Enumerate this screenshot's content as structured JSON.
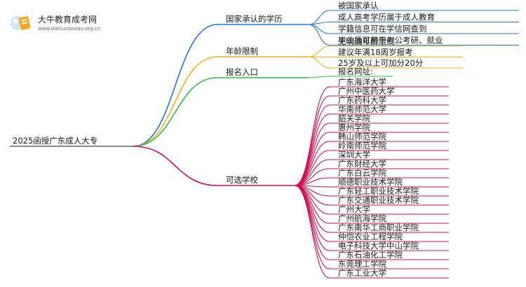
{
  "logo": {
    "title": "大牛教育成考网",
    "url": "www.daniuzaoxiao.org.cn"
  },
  "root": {
    "label": "2025函授广东成人大专"
  },
  "branches": [
    {
      "label": "国家承认的学历",
      "color": "#1f77e0",
      "items": [
        "被国家承认",
        "成人高考学历属于成人教育",
        "学籍信息可在学信网查到",
        "毕业后可用于考公考研、就业"
      ]
    },
    {
      "label": "年龄限制",
      "color": "#f2b21b",
      "items": [
        "无明确年龄限制",
        "建议年满18周岁报考",
        "25岁及以上可加分20分"
      ]
    },
    {
      "label": "报名入口",
      "color": "#2fbf4a",
      "items": [
        "报名网址:"
      ]
    },
    {
      "label": "可选学校",
      "color": "#d10f4e",
      "items": [
        "广东海洋大学",
        "广州中医药大学",
        "广东药科大学",
        "华南师范大学",
        "韶关学院",
        "惠州学院",
        "韩山师范学院",
        "岭南师范学院",
        "深圳大学",
        "广东财经大学",
        "广东白云学院",
        "顺德职业技术学院",
        "广东轻工职业技术学院",
        "广东交通职业技术学院",
        "广州大学",
        "广州航海学院",
        "广东南华工商职业学院",
        "仲恺农业工程学院",
        "电子科技大学中山学院",
        "广东石油化工学院",
        "东莞理工学院",
        "广东工业大学"
      ]
    }
  ]
}
